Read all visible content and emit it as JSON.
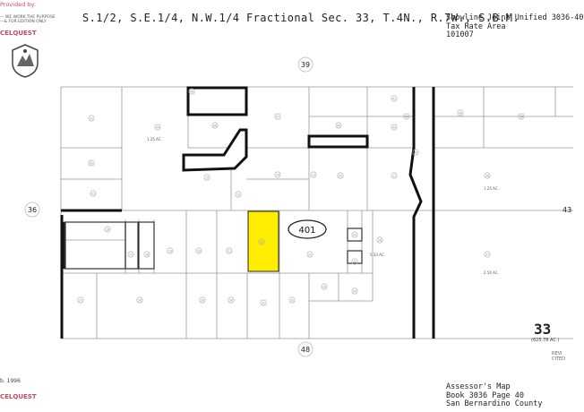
{
  "header": {
    "provided_by": "Provided by:",
    "stamp_text": "— WE WORK THE PURPOSE\n—& FOR EDITION ONLY",
    "brand": "CELQUEST",
    "title": "S.1/2, S.E.1/4, N.W.1/4 Fractional Sec. 33, T.4N., R.7W., S.B.M.",
    "district_line1": "Snowline Joint Unified 3036-40",
    "district_line2": "Tax Rate Area",
    "district_line3": "101007"
  },
  "map": {
    "road_top": "39",
    "road_bottom": "48",
    "road_left": "36",
    "road_right": "43",
    "block_number": "401",
    "section_number": "33",
    "section_sub": "(625.78 AC.)",
    "highlight_color": "#ffee00",
    "acreage_labels": [
      "1.25 AC.",
      "1.25 AC.",
      "5.33 AC.",
      "2.50 AC."
    ],
    "parcel_labels": [
      "01",
      "02",
      "03",
      "04",
      "05",
      "06",
      "07",
      "08",
      "09",
      "10",
      "11",
      "12",
      "13",
      "14",
      "15",
      "16",
      "17",
      "18",
      "19",
      "20",
      "21",
      "22",
      "23",
      "24",
      "25",
      "26",
      "27",
      "28",
      "29",
      "30",
      "31",
      "32",
      "33",
      "34",
      "35",
      "36",
      "37",
      "38",
      "39",
      "40",
      "41",
      "42",
      "43",
      "44",
      "45",
      "46"
    ]
  },
  "footer": {
    "date": "b. 1996",
    "brand": "CELQUEST",
    "assessor_line1": "Assessor's Map",
    "assessor_line2": "Book 3036 Page 40",
    "assessor_line3": "San Bernardino County",
    "corner_ref": "REVI\nCITED"
  }
}
